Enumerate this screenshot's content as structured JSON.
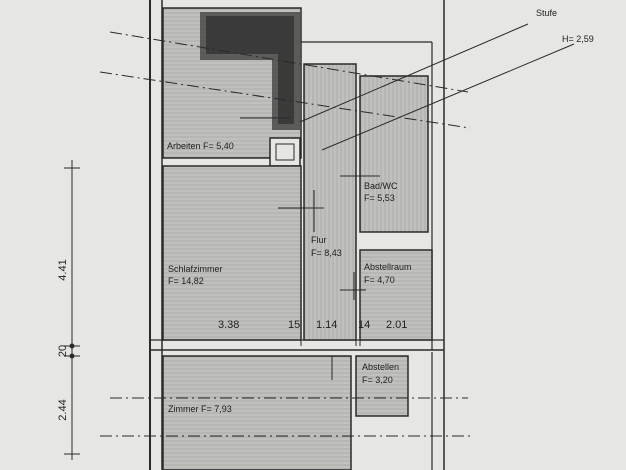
{
  "plan": {
    "annotations": {
      "step_label": "Stufe",
      "height_label": "H= 2,59"
    },
    "rooms": [
      {
        "id": "arbeiten",
        "name": "Arbeiten",
        "area_label": "F= 5,40"
      },
      {
        "id": "bad-wc",
        "name": "Bad/WC",
        "area_label": "F= 5,53"
      },
      {
        "id": "flur",
        "name": "Flur",
        "area_label": "F= 8,43"
      },
      {
        "id": "schlafzimmer",
        "name": "Schlafzimmer",
        "area_label": "F= 14,82"
      },
      {
        "id": "abstellraum",
        "name": "Abstellraum",
        "area_label": "F= 4,70"
      },
      {
        "id": "abstellen",
        "name": "Abstellen",
        "area_label": "F= 3,20"
      },
      {
        "id": "zimmer",
        "name": "Zimmer",
        "area_label": "F= 7,93"
      }
    ],
    "horizontal_dimensions": [
      "3.38",
      "15",
      "1.14",
      "14",
      "2.01"
    ],
    "vertical_dimensions": [
      "4.41",
      "20",
      "2.44"
    ],
    "colors": {
      "paper": "#e6e6e3",
      "ink": "#1e1e1e",
      "hatch": "#9a9a98",
      "line": "#2a2a2a"
    }
  }
}
